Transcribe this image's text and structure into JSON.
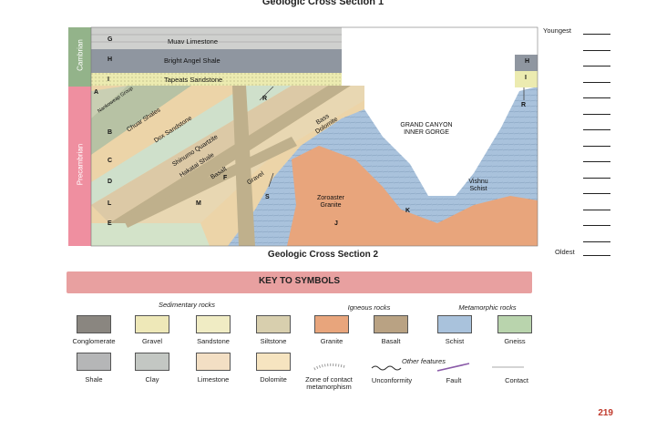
{
  "titles": {
    "section1": "Geologic Cross Section 1",
    "section2": "Geologic Cross Section 2"
  },
  "eras": {
    "cambrian": "Cambrian",
    "precambrian": "Precambrian"
  },
  "rock_letters": {
    "G": "G",
    "H": "H",
    "I": "I",
    "A": "A",
    "B": "B",
    "C": "C",
    "D": "D",
    "L": "L",
    "E": "E",
    "F": "F",
    "M": "M",
    "R": "R",
    "S": "S",
    "J": "J",
    "K": "K"
  },
  "layers": {
    "muav": "Muav Limestone",
    "bright_angel": "Bright Angel Shale",
    "tapeats": "Tapeats Sandstone",
    "nankoweap": "Nankoweap Group",
    "chuar": "Chuar Shales",
    "dox": "Dox Sandstone",
    "shinumo": "Shinumo Quartzite",
    "hakatai": "Hakatai Shale",
    "basalt": "Basalt",
    "gravel": "Gravel",
    "bass": "Bass Dolomite",
    "zoroaster": "Zoroaster Granite",
    "vishnu": "Vishnu Schist",
    "gorge": "GRAND CANYON INNER GORGE"
  },
  "age_scale": {
    "youngest": "Youngest",
    "oldest": "Oldest"
  },
  "key": {
    "title": "KEY TO SYMBOLS",
    "categories": {
      "sedimentary": "Sedimentary rocks",
      "igneous": "Igneous rocks",
      "metamorphic": "Metamorphic rocks",
      "other": "Other features"
    },
    "row1": [
      "Conglomerate",
      "Gravel",
      "Sandstone",
      "Siltstone",
      "Granite",
      "Basalt",
      "Schist",
      "Gneiss"
    ],
    "row2": [
      "Shale",
      "Clay",
      "Limestone",
      "Dolomite",
      "Zone of contact metamorphism",
      "Unconformity",
      "Fault",
      "Contact"
    ]
  },
  "page_number": "219",
  "colors": {
    "granite": "#e8a57c",
    "schist": "#a9c2dc",
    "basalt": "#b9a283",
    "tapeats": "#ecebb0",
    "shale": "#b5b6b7",
    "cambrian": "#93b38a",
    "precambrian": "#ef8fa0",
    "keybar": "#e8a0a0"
  }
}
